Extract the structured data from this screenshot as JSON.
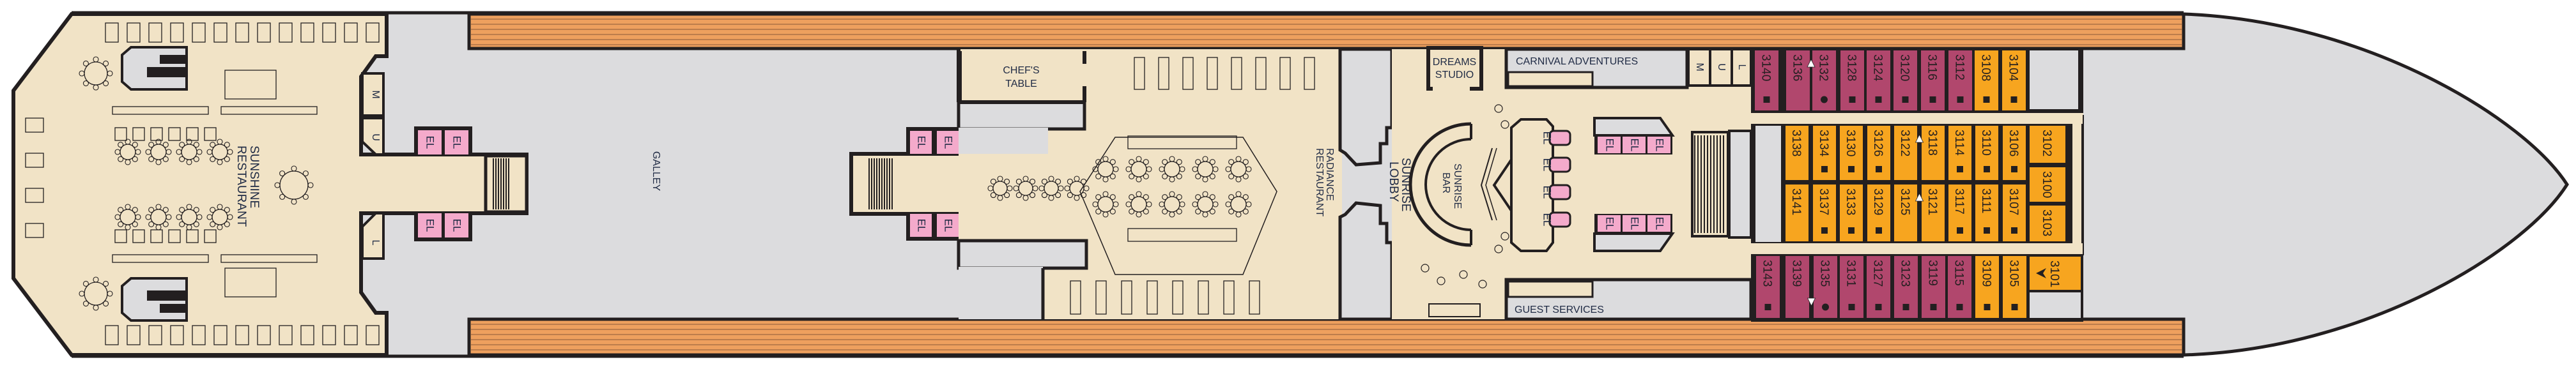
{
  "colors": {
    "beige": "#f1e3c6",
    "gray": "#dcdcde",
    "wall": "#231f20",
    "wood": "#eea05e",
    "wood_line": "#8a5a3a",
    "elevator": "#f4aacb",
    "cabin_purple": "#b1476d",
    "cabin_orange": "#f7a51f",
    "text": "#1f2a44"
  },
  "venues": {
    "sunshine_restaurant": {
      "line1": "SUNSHINE",
      "line2": "RESTAURANT"
    },
    "galley": "GALLEY",
    "chefs_table": {
      "line1": "CHEF'S",
      "line2": "TABLE"
    },
    "radiance_restaurant": {
      "line1": "RADIANCE",
      "line2": "RESTAURANT"
    },
    "sunrise_lobby": {
      "line1": "SUNRISE",
      "line2": "LOBBY"
    },
    "sunrise_bar": {
      "line1": "SUNRISE",
      "line2": "BAR"
    },
    "dreams_studio": {
      "line1": "DREAMS",
      "line2": "STUDIO"
    },
    "carnival_adventures": "CARNIVAL ADVENTURES",
    "guest_services": "GUEST SERVICES"
  },
  "restrooms": {
    "men": "M",
    "unisex": "U",
    "ladies": "L"
  },
  "elevator_label": "EL",
  "cabins": {
    "top_outer": [
      {
        "number": "3140",
        "color": "purple",
        "marker": "square"
      },
      {
        "number": "3136",
        "color": "purple",
        "marker": "none"
      },
      {
        "number": "3132",
        "color": "purple",
        "marker": "circle"
      },
      {
        "number": "3128",
        "color": "purple",
        "marker": "square"
      },
      {
        "number": "3124",
        "color": "purple",
        "marker": "square"
      },
      {
        "number": "3120",
        "color": "purple",
        "marker": "square"
      },
      {
        "number": "3116",
        "color": "purple",
        "marker": "square"
      },
      {
        "number": "3112",
        "color": "purple",
        "marker": "square"
      },
      {
        "number": "3108",
        "color": "orange",
        "marker": "square"
      },
      {
        "number": "3104",
        "color": "orange",
        "marker": "square"
      }
    ],
    "top_inner": [
      {
        "number": "3138",
        "color": "orange",
        "marker": "none"
      },
      {
        "number": "3134",
        "color": "orange",
        "marker": "square"
      },
      {
        "number": "3130",
        "color": "orange",
        "marker": "square"
      },
      {
        "number": "3126",
        "color": "orange",
        "marker": "square"
      },
      {
        "number": "3122",
        "color": "orange",
        "marker": "none"
      },
      {
        "number": "3118",
        "color": "orange",
        "marker": "none"
      },
      {
        "number": "3114",
        "color": "orange",
        "marker": "square"
      },
      {
        "number": "3110",
        "color": "orange",
        "marker": "square"
      },
      {
        "number": "3106",
        "color": "orange",
        "marker": "square"
      },
      {
        "number": "3102",
        "color": "orange",
        "marker": "none"
      },
      {
        "number": "3100",
        "color": "orange",
        "marker": "none"
      }
    ],
    "bottom_inner": [
      {
        "number": "3141",
        "color": "orange",
        "marker": "none"
      },
      {
        "number": "3137",
        "color": "orange",
        "marker": "square"
      },
      {
        "number": "3133",
        "color": "orange",
        "marker": "square"
      },
      {
        "number": "3129",
        "color": "orange",
        "marker": "square"
      },
      {
        "number": "3125",
        "color": "orange",
        "marker": "none"
      },
      {
        "number": "3121",
        "color": "orange",
        "marker": "none"
      },
      {
        "number": "3117",
        "color": "orange",
        "marker": "square"
      },
      {
        "number": "3111",
        "color": "orange",
        "marker": "square"
      },
      {
        "number": "3107",
        "color": "orange",
        "marker": "square"
      },
      {
        "number": "3103",
        "color": "orange",
        "marker": "none"
      }
    ],
    "bottom_outer": [
      {
        "number": "3143",
        "color": "purple",
        "marker": "square"
      },
      {
        "number": "3139",
        "color": "purple",
        "marker": "none"
      },
      {
        "number": "3135",
        "color": "purple",
        "marker": "circle"
      },
      {
        "number": "3131",
        "color": "purple",
        "marker": "square"
      },
      {
        "number": "3127",
        "color": "purple",
        "marker": "square"
      },
      {
        "number": "3123",
        "color": "purple",
        "marker": "square"
      },
      {
        "number": "3119",
        "color": "purple",
        "marker": "square"
      },
      {
        "number": "3115",
        "color": "purple",
        "marker": "square"
      },
      {
        "number": "3109",
        "color": "orange",
        "marker": "square"
      },
      {
        "number": "3105",
        "color": "orange",
        "marker": "square"
      },
      {
        "number": "3101",
        "color": "orange",
        "marker": "arrow"
      }
    ],
    "connecting_pairs": [
      [
        "3136",
        "3132"
      ],
      [
        "3122",
        "3118"
      ],
      [
        "3125",
        "3121"
      ],
      [
        "3139",
        "3135"
      ]
    ]
  }
}
